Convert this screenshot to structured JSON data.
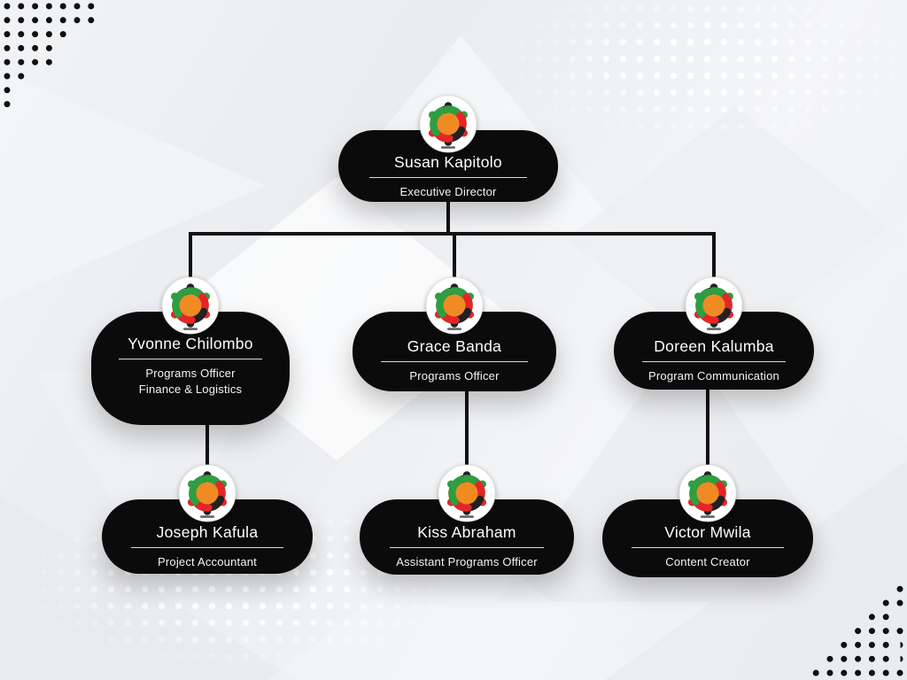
{
  "colors": {
    "card_background": "#0b0b0b",
    "card_text": "#ffffff",
    "connector": "#111111",
    "corner_dots": "#101010",
    "logo_orange": "#ef8b22",
    "logo_green": "#2f9e41",
    "logo_red": "#e52528",
    "logo_black": "#212121",
    "background_base": "#eef0f2"
  },
  "icons": {
    "people-circle-logo-icon": "circular white emblem: green/black/red figures ringing an orange center"
  },
  "org": {
    "nodes": [
      {
        "id": "susan",
        "name": "Susan Kapitolo",
        "title": "Executive Director",
        "level": 1,
        "reports_to": null
      },
      {
        "id": "yvonne",
        "name": "Yvonne Chilombo",
        "title": "Programs Officer",
        "title2": "Finance & Logistics",
        "level": 2,
        "reports_to": "susan"
      },
      {
        "id": "grace",
        "name": "Grace Banda",
        "title": "Programs Officer",
        "level": 2,
        "reports_to": "susan"
      },
      {
        "id": "doreen",
        "name": "Doreen Kalumba",
        "title": "Program Communication",
        "level": 2,
        "reports_to": "susan"
      },
      {
        "id": "joseph",
        "name": "Joseph Kafula",
        "title": "Project Accountant",
        "level": 3,
        "reports_to": "yvonne"
      },
      {
        "id": "kiss",
        "name": "Kiss Abraham",
        "title": "Assistant Programs Officer",
        "level": 3,
        "reports_to": "grace"
      },
      {
        "id": "victor",
        "name": "Victor Mwila",
        "title": "Content Creator",
        "level": 3,
        "reports_to": "doreen"
      }
    ]
  }
}
